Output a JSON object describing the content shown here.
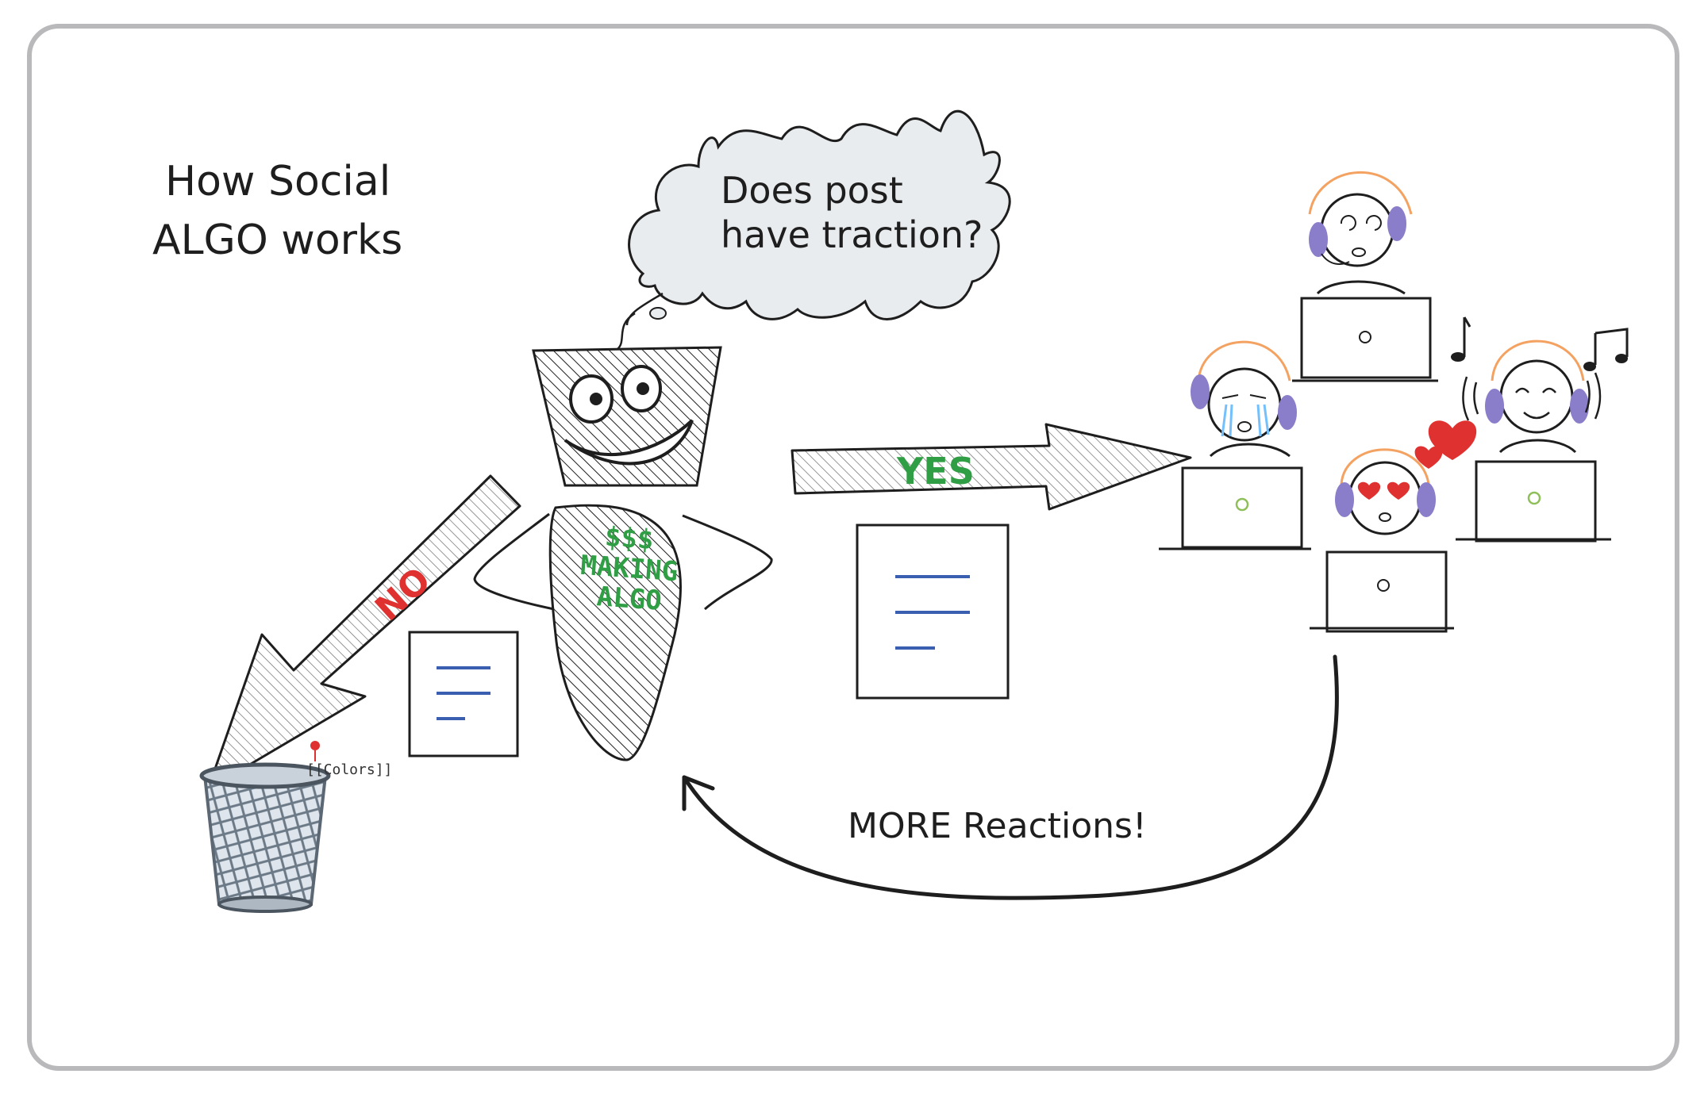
{
  "title": {
    "line1": "How Social",
    "line2": "ALGO works"
  },
  "thought_bubble": {
    "line1": "Does post",
    "line2": "have traction?"
  },
  "robot": {
    "body_line1": "$$$",
    "body_line2": "MAKING",
    "body_line3": "ALGO"
  },
  "arrows": {
    "yes_label": "YES",
    "no_label": "NO",
    "feedback_label": "MORE Reactions!"
  },
  "trash": {
    "tag": "[[Colors]]"
  },
  "colors": {
    "ink": "#1e1e1e",
    "green": "#2f9e44",
    "red": "#e03131",
    "blue_lines": "#3a5fb0",
    "bubble_fill": "#e9ecef",
    "headphones": "#8a7dc9",
    "headband": "#f4a261",
    "heart": "#e03131",
    "frame": "#b9b9bb"
  },
  "icons": [
    "trash-can-icon",
    "document-icon",
    "laptop-icon",
    "headset-person-icon",
    "heart-icon",
    "music-note-icon",
    "pin-icon"
  ]
}
